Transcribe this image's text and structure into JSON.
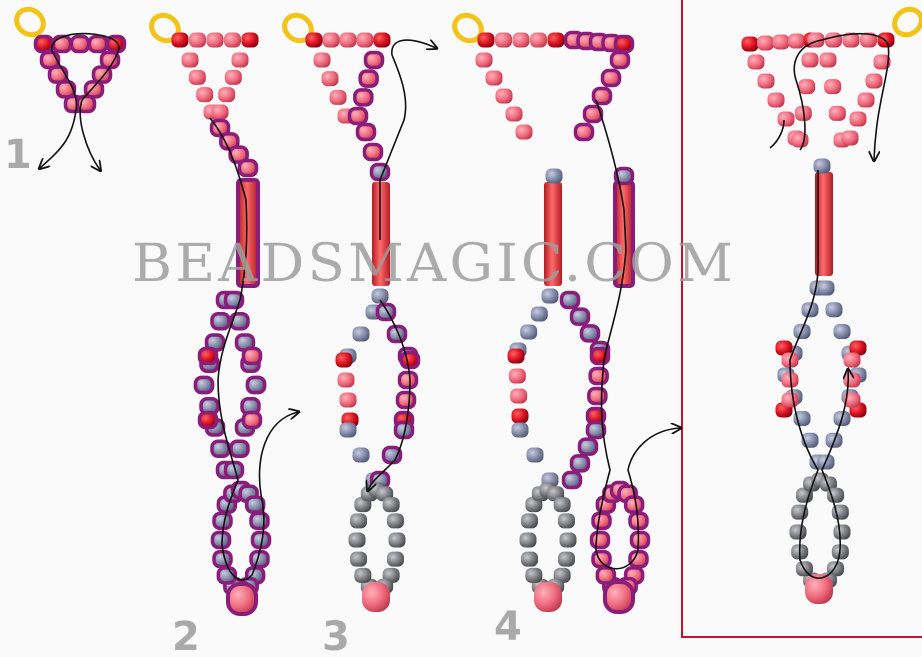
{
  "diagram": {
    "watermark": "BEADSMAGIC.COM",
    "steps": [
      {
        "id": "1",
        "label": "1"
      },
      {
        "id": "2",
        "label": "2"
      },
      {
        "id": "3",
        "label": "3"
      },
      {
        "id": "4",
        "label": "4"
      },
      {
        "id": "final",
        "label": ""
      }
    ]
  },
  "colors": {
    "background": "#fafafa",
    "bead_red": "#e85a6e",
    "bead_pink": "#f07a8a",
    "bead_accent_red": "#d6121e",
    "bead_blue_gray": "#8088a6",
    "bead_gray": "#777a80",
    "bugle_red": "#e33a3a",
    "jump_ring": "#f2c318",
    "thread_outline": "#8a1d7a",
    "thread": "#111111",
    "frame": "#c8102e",
    "step_number": "#a9a9a9",
    "watermark": "#9e9e9e"
  }
}
